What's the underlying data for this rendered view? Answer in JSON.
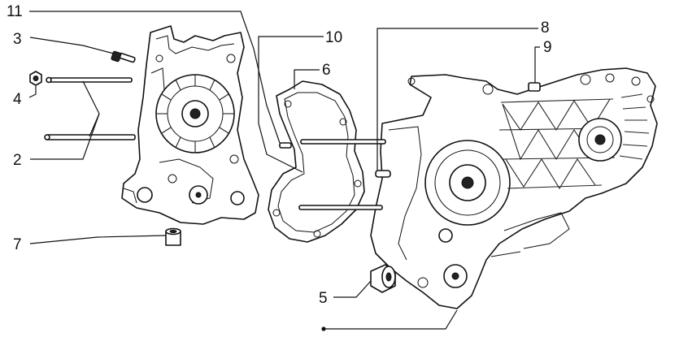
{
  "diagram": {
    "callouts": [
      {
        "id": "c11",
        "text": "11"
      },
      {
        "id": "c10",
        "text": "10"
      },
      {
        "id": "c8",
        "text": "8"
      },
      {
        "id": "c9",
        "text": "9"
      },
      {
        "id": "c3",
        "text": "3"
      },
      {
        "id": "c6",
        "text": "6"
      },
      {
        "id": "c4",
        "text": "4"
      },
      {
        "id": "c2",
        "text": "2"
      },
      {
        "id": "c7",
        "text": "7"
      },
      {
        "id": "c5",
        "text": "5"
      }
    ]
  }
}
